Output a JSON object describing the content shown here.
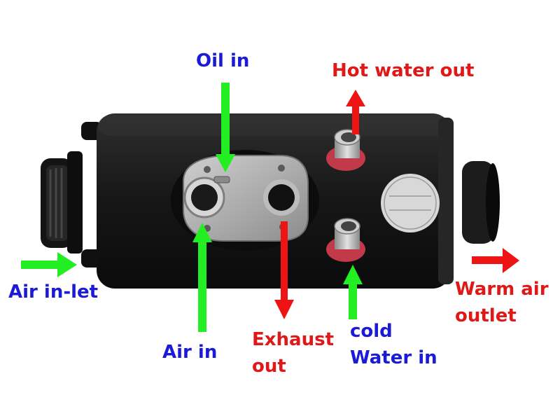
{
  "labels": {
    "oil_in": "Oil in",
    "hot_water_out": "Hot water out",
    "air_inlet": "Air in-let",
    "warm_air_line1": "Warm air",
    "warm_air_line2": "outlet",
    "exhaust_line1": "Exhaust",
    "exhaust_line2": "out",
    "air_in": "Air in",
    "cold_line1": "cold",
    "cold_line2": "Water in"
  },
  "colors": {
    "intake_label": "#1b1bd6",
    "outlet_label": "#e01818",
    "intake_arrow": "#22ee22",
    "outlet_arrow": "#ee1414",
    "heater_body": "#1a1a1a",
    "plate": "#a7a7a7",
    "pipe_collar": "#c23a4a"
  },
  "flows": {
    "oil_in": "in",
    "hot_water_out": "out",
    "air_inlet": "in",
    "warm_air_outlet": "out",
    "exhaust_out": "out",
    "air_in": "in",
    "cold_water_in": "in"
  }
}
